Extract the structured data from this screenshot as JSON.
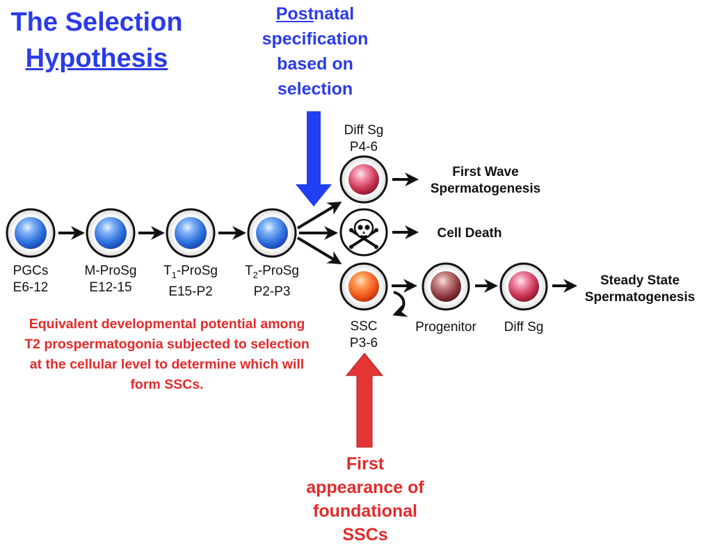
{
  "title": {
    "line1": "The Selection",
    "line2": "Hypothesis"
  },
  "top_note": {
    "underlined": "Post",
    "rest_line1": "natal",
    "line2": "specification",
    "line3": "based on",
    "line4": "selection"
  },
  "bottom_note": {
    "line1": "First",
    "line2": "appearance of",
    "line3": "foundational",
    "line4": "SSCs"
  },
  "left_note": "Equivalent developmental potential among T2 prospermatogonia subjected to selection at the cellular level to determine which will form SSCs.",
  "cells": {
    "pgc": {
      "name": "PGCs",
      "age": "E6-12"
    },
    "mprosg": {
      "name": "M-ProSg",
      "age": "E12-15"
    },
    "t1prosg": {
      "prefix": "T",
      "sub": "1",
      "suffix": "-ProSg",
      "age": "E15-P2"
    },
    "t2prosg": {
      "prefix": "T",
      "sub": "2",
      "suffix": "-ProSg",
      "age": "P2-P3"
    },
    "diffsg_top": {
      "name": "Diff Sg",
      "age": "P4-6"
    },
    "ssc": {
      "name": "SSC",
      "age": "P3-6"
    },
    "progenitor": {
      "name": "Progenitor"
    },
    "diffsg_bottom": {
      "name": "Diff Sg"
    }
  },
  "outcomes": {
    "first_wave": {
      "line1": "First Wave",
      "line2": "Spermatogenesis"
    },
    "cell_death": "Cell Death",
    "steady_state": {
      "line1": "Steady State",
      "line2": "Spermatogenesis"
    }
  },
  "colors": {
    "title_blue": "#2b3be8",
    "note_red": "#e32a2a",
    "arrow_blue": "#1f3ff0",
    "arrow_red": "#e43535",
    "cell_blue": "#3f7fe0",
    "cell_pink": "#d84a6e",
    "cell_orange": "#ff6a1f",
    "cell_maroon": "#8e3a40"
  },
  "icons": {
    "death": "skull-crossbones-icon"
  }
}
